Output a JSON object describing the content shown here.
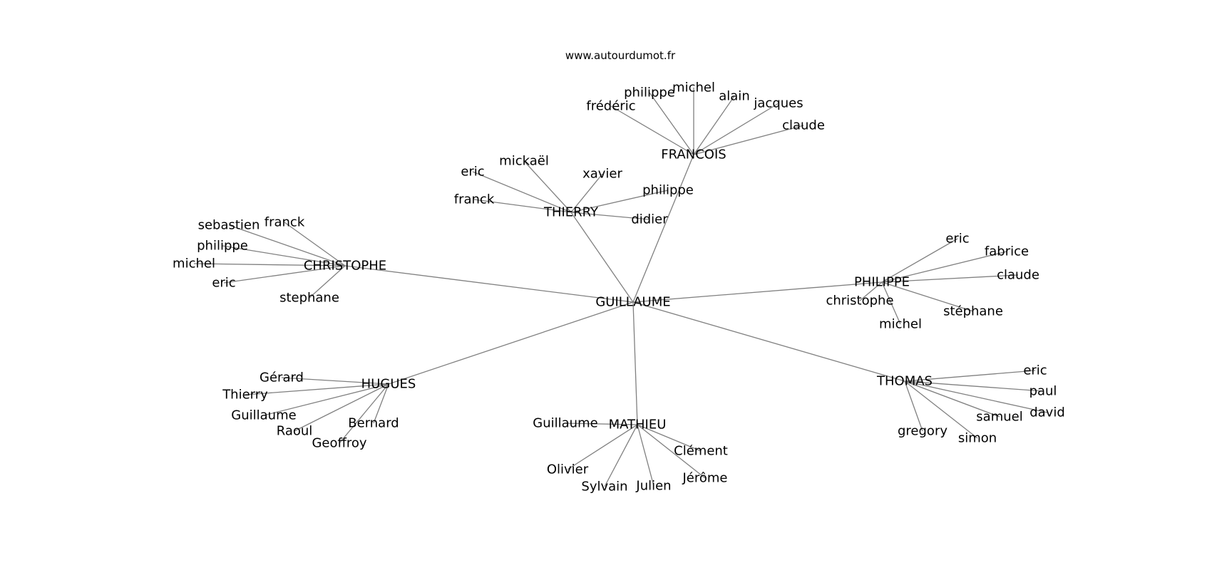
{
  "source": "www.autourdumot.fr",
  "center": "GUILLAUME",
  "clusters": [
    {
      "hub": "FRANCOIS",
      "leaves": [
        "frédéric",
        "philippe",
        "michel",
        "alain",
        "jacques",
        "claude"
      ]
    },
    {
      "hub": "THIERRY",
      "leaves": [
        "eric",
        "mickaël",
        "xavier",
        "franck",
        "philippe",
        "didier"
      ]
    },
    {
      "hub": "CHRISTOPHE",
      "leaves": [
        "sebastien",
        "franck",
        "philippe",
        "michel",
        "eric",
        "stephane"
      ]
    },
    {
      "hub": "PHILIPPE",
      "leaves": [
        "eric",
        "fabrice",
        "claude",
        "christophe",
        "stéphane",
        "michel"
      ]
    },
    {
      "hub": "HUGUES",
      "leaves": [
        "Gérard",
        "Thierry",
        "Guillaume",
        "Raoul",
        "Bernard",
        "Geoffroy"
      ]
    },
    {
      "hub": "MATHIEU",
      "leaves": [
        "Guillaume",
        "Olivier",
        "Sylvain",
        "Julien",
        "Clément",
        "Jérôme"
      ]
    },
    {
      "hub": "THOMAS",
      "leaves": [
        "eric",
        "paul",
        "david",
        "samuel",
        "gregory",
        "simon"
      ]
    }
  ],
  "colors": {
    "edge": "#808080",
    "text": "#000000",
    "background": "#ffffff"
  }
}
